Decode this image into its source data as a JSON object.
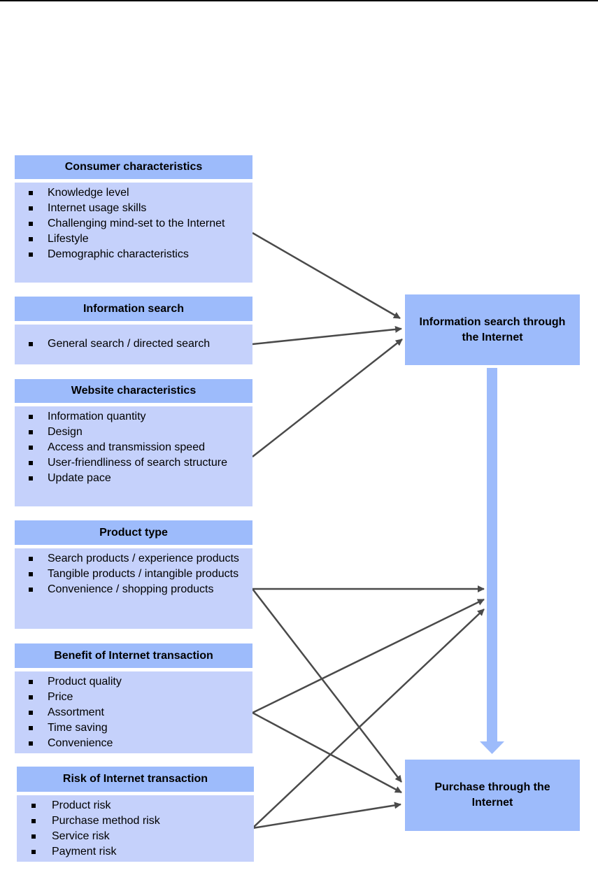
{
  "factors": [
    {
      "title": "Consumer characteristics",
      "items": [
        "Knowledge level",
        "Internet usage skills",
        "Challenging mind-set to the Internet",
        "Lifestyle",
        "Demographic characteristics"
      ]
    },
    {
      "title": "Information search",
      "items": [
        "General search / directed search"
      ]
    },
    {
      "title": "Website characteristics",
      "items": [
        "Information quantity",
        "Design",
        "Access and transmission speed",
        "User-friendliness of search structure",
        "Update pace"
      ]
    },
    {
      "title": "Product type",
      "items": [
        "Search products / experience products",
        "Tangible products / intangible products",
        "Convenience / shopping products"
      ]
    },
    {
      "title": "Benefit of Internet transaction",
      "items": [
        "Product quality",
        "Price",
        "Assortment",
        "Time saving",
        "Convenience"
      ]
    },
    {
      "title": "Risk of Internet transaction",
      "items": [
        "Product risk",
        "Purchase method risk",
        "Service risk",
        "Payment risk"
      ]
    }
  ],
  "outcomes": {
    "info_search": "Information search through the Internet",
    "purchase": "Purchase through the Internet"
  },
  "colors": {
    "header": "#9dbbfb",
    "body": "#c5d1fb",
    "arrow": "#4a4a4a",
    "flow_arrow": "#9dbbfb"
  }
}
